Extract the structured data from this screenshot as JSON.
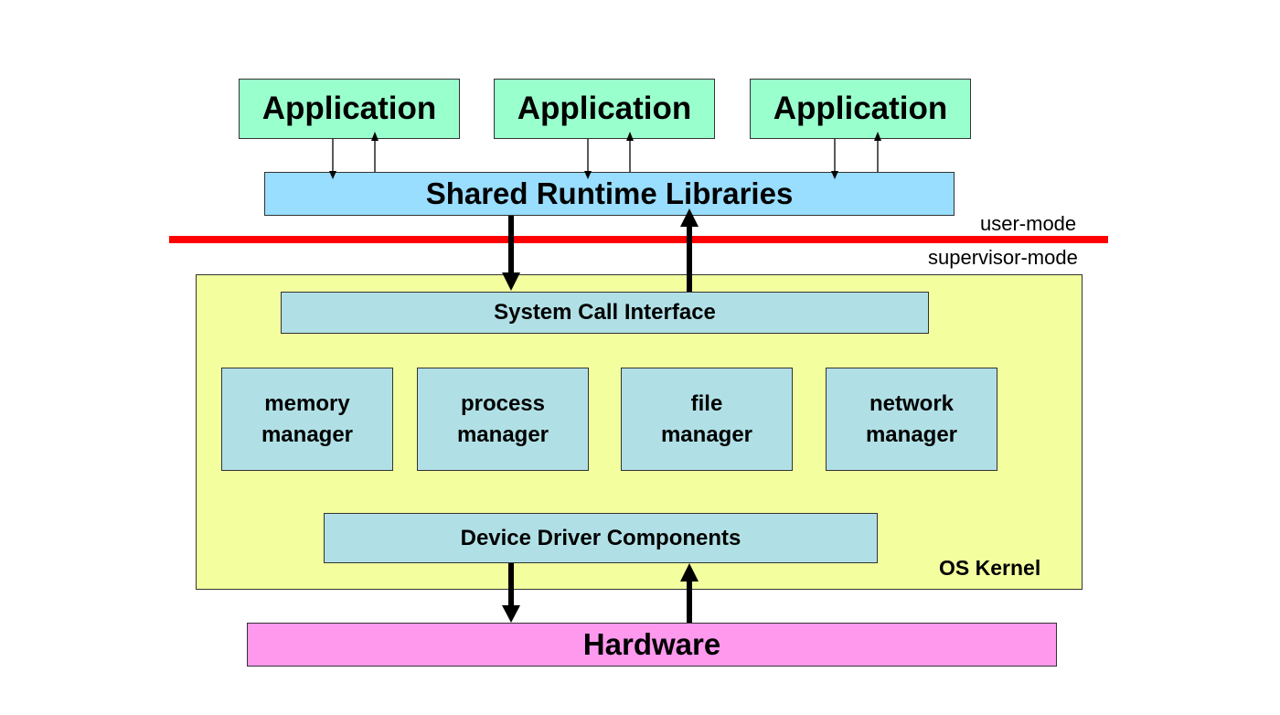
{
  "applications": [
    {
      "label": "Application"
    },
    {
      "label": "Application"
    },
    {
      "label": "Application"
    }
  ],
  "shared_libraries": {
    "label": "Shared Runtime Libraries"
  },
  "modes": {
    "user": "user-mode",
    "supervisor": "supervisor-mode"
  },
  "kernel": {
    "label": "OS Kernel",
    "system_call_interface": "System Call Interface",
    "managers": [
      {
        "line1": "memory",
        "line2": "manager"
      },
      {
        "line1": "process",
        "line2": "manager"
      },
      {
        "line1": "file",
        "line2": "manager"
      },
      {
        "line1": "network",
        "line2": "manager"
      }
    ],
    "device_drivers": "Device Driver Components"
  },
  "hardware": {
    "label": "Hardware"
  },
  "colors": {
    "application": "#99ffcc",
    "shared_libraries": "#99ddff",
    "kernel": "#f3ff9f",
    "kernel_component": "#b0e0e6",
    "hardware": "#ff99ee",
    "mode_boundary": "#ff0000"
  }
}
